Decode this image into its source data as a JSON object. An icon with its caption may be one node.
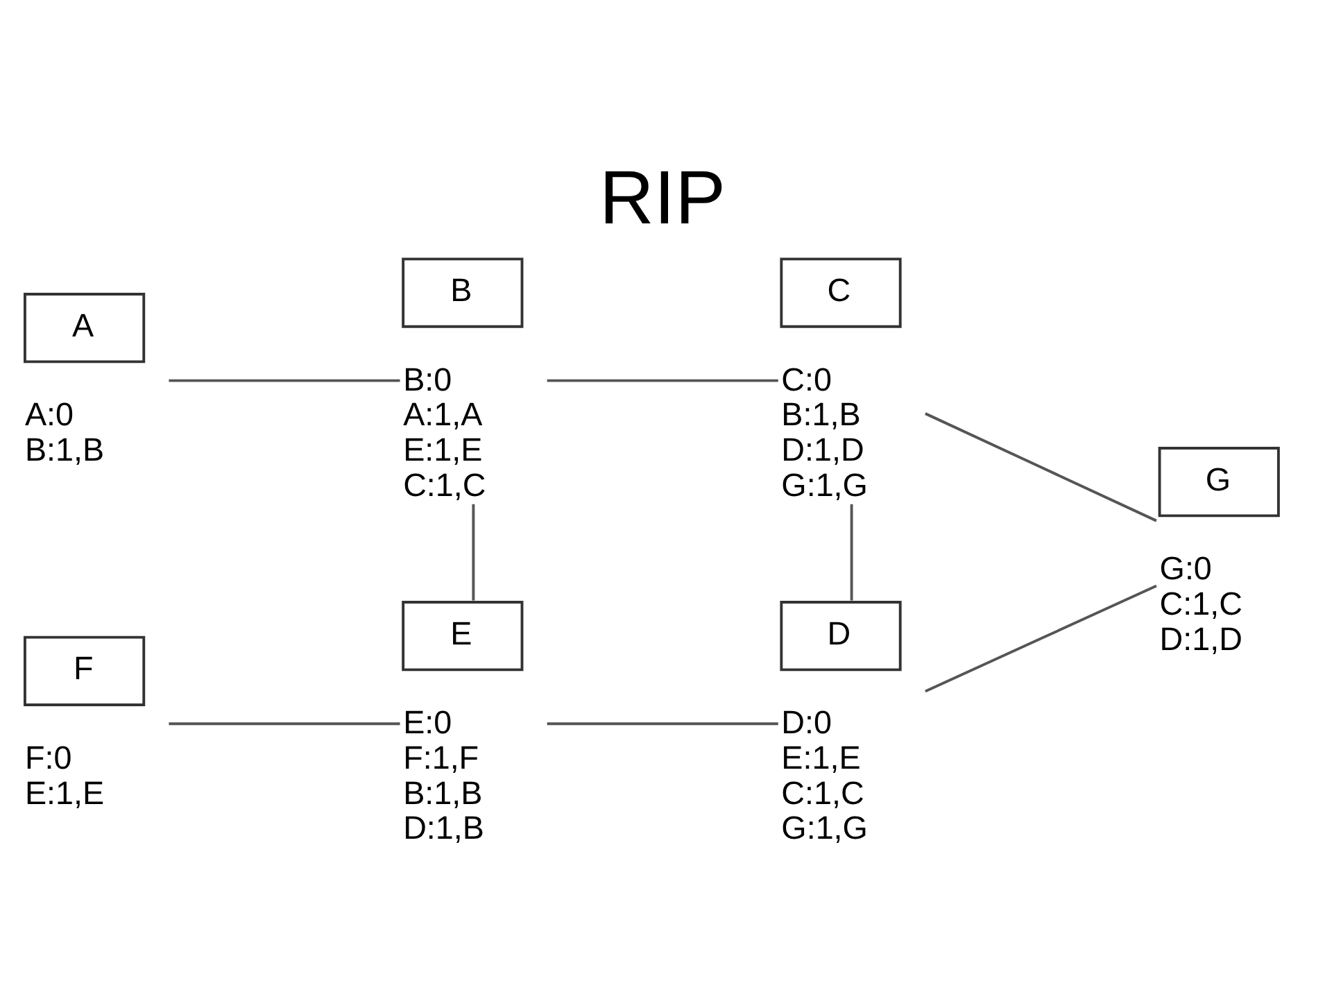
{
  "diagram": {
    "title": "RIP",
    "nodes": [
      {
        "text": [
          "A"
        ],
        "beside": [
          "A:0",
          "B:1,B"
        ]
      },
      {
        "text": [
          "B"
        ],
        "beside": [
          "B:0",
          "A:1,A",
          "E:1,E",
          "C:1,C"
        ]
      },
      {
        "text": [
          "C"
        ],
        "beside": [
          "C:0",
          "B:1,B",
          "D:1,D",
          "G:1,G"
        ]
      },
      {
        "text": [
          "G"
        ],
        "beside": [
          "G:0",
          "C:1,C",
          "D:1,D"
        ]
      },
      {
        "text": [
          "F"
        ],
        "beside": [
          "F:0",
          "E:1,E"
        ]
      },
      {
        "text": [
          "E"
        ],
        "beside": [
          "E:0",
          "F:1,F",
          "B:1,B",
          "D:1,B"
        ]
      },
      {
        "text": [
          "D"
        ],
        "beside": [
          "D:0",
          "E:1,E",
          "C:1,C",
          "G:1,G"
        ]
      }
    ],
    "edges": [
      {
        "from": 0,
        "to": 1,
        "arrow": "none"
      },
      {
        "from": 1,
        "to": 2,
        "arrow": "none"
      },
      {
        "from": 2,
        "to": 3,
        "arrow": "none"
      },
      {
        "from": 1,
        "to": 5,
        "arrow": "none"
      },
      {
        "from": 2,
        "to": 6,
        "arrow": "none"
      },
      {
        "from": 6,
        "to": 3,
        "arrow": "none"
      },
      {
        "from": 4,
        "to": 5,
        "arrow": "none"
      },
      {
        "from": 5,
        "to": 6,
        "arrow": "none"
      }
    ]
  }
}
